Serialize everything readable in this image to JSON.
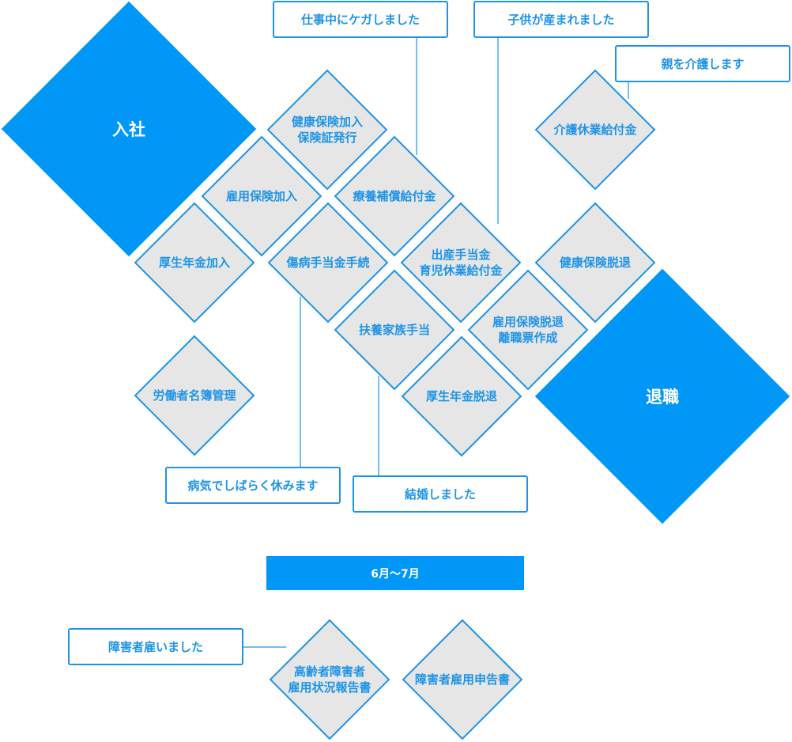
{
  "colors": {
    "accent": "#0097f7",
    "line": "#1f94e6",
    "diamond_fill": "#e6e6e6"
  },
  "events": {
    "join": "入社",
    "leave": "退職"
  },
  "procedures": {
    "health_insurance_join": [
      "健康保険加入",
      "保険証発行"
    ],
    "employment_insurance_join": [
      "雇用保険加入"
    ],
    "pension_join": [
      "厚生年金加入"
    ],
    "injury_compensation": [
      "療養補償給付金"
    ],
    "sickness_allowance": [
      "傷病手当金手続"
    ],
    "childbirth_childcare": [
      "出産手当金",
      "育児休業給付金"
    ],
    "dependent_allowance": [
      "扶養家族手当"
    ],
    "care_leave_benefit": [
      "介護休業給付金"
    ],
    "health_insurance_leave": [
      "健康保険脱退"
    ],
    "employment_insurance_leave": [
      "雇用保険脱退",
      "離職票作成"
    ],
    "pension_leave": [
      "厚生年金脱退"
    ],
    "worker_roster": [
      "労働者名簿管理"
    ],
    "elderly_disabled_report": [
      "高齢者障害者",
      "雇用状況報告書"
    ],
    "disabled_employment_report": [
      "障害者雇用申告書"
    ]
  },
  "situations": {
    "injured_at_work": "仕事中にケガしました",
    "child_born": "子供が産まれました",
    "caring_parent": "親を介護します",
    "sick_leave": "病気でしばらく休みます",
    "married": "結婚しました",
    "hired_disabled": "障害者雇いました"
  },
  "period": "6月〜7月"
}
